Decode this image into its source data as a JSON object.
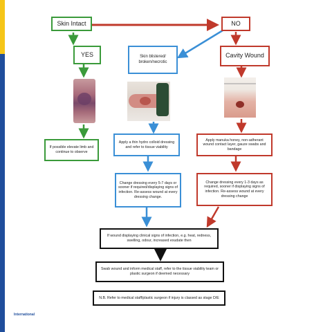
{
  "nodes": {
    "skin_intact": "Skin Intact",
    "no": "NO",
    "yes": "YES",
    "skin_blistered": "Skin blistered/ broken/necrotic",
    "cavity_wound": "Cavity Wound",
    "elevate": "If possible elevate limb and continue to observe",
    "hydrocolloid": "Apply a thin hydro colloid dressing and refer to tissue viability",
    "manuka": "Apply manuka honey, non-adherant wound contact layer, gauze swabs and bandage",
    "change_5_7": "Change dressing every 5-7 days or sooner if required/displaying signs of infection. Re-assess wound at every dressing change.",
    "change_1_3": "Change dressing every 1-3 days as required, sooner if displaying signs of infection. Re-assess wound at every dressing change",
    "infection_signs": "If wound displaying clinical signs of infection, e.g. heat, redness, swelling, odour, increased exudate then",
    "swab": "Swab wound and inform medical staff, refer to the tissue viability team or plastic surgeon if deemed necessary",
    "nb": "N.B. Refer to medical staff/plastic surgeon if injury is classed as stage D/E"
  },
  "footer": {
    "text": "International"
  },
  "colors": {
    "green": "#3a9a3a",
    "red": "#c0392b",
    "blue": "#3a8fd6",
    "black": "#111111",
    "sidebar_yellow": "#f5c518",
    "sidebar_blue": "#1f4e9c"
  }
}
